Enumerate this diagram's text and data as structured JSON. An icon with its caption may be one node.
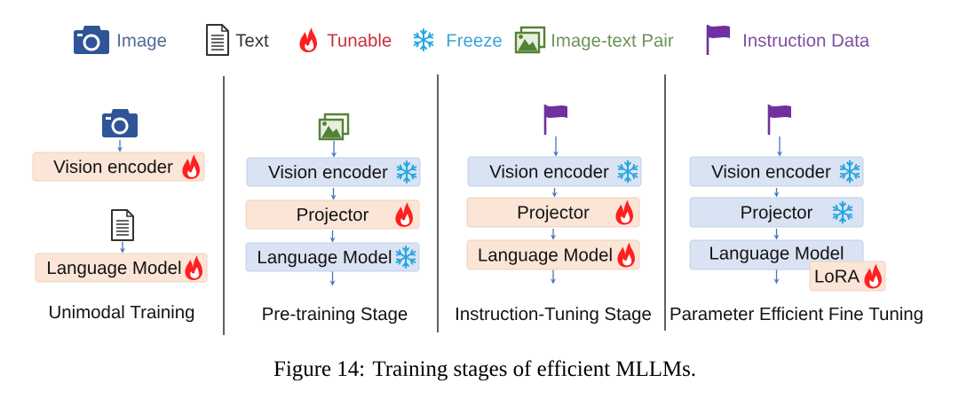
{
  "diagram": {
    "caption": "Figure 14: Training stages of efficient MLLMs.",
    "nodes": [
      {
        "text": [],
        "shape": "picture"
      },
      {
        "text": [
          "Vision encoder"
        ]
      },
      {
        "text": [],
        "shape": "picture"
      },
      {
        "text": [
          "Language Model"
        ]
      },
      {
        "text": [],
        "shape": "picture"
      },
      {
        "text": [
          "Vision encoder"
        ]
      },
      {
        "text": [
          "Projector"
        ]
      },
      {
        "text": [
          "Language Model"
        ]
      },
      {
        "text": [],
        "shape": "picture"
      },
      {
        "text": [
          "Vision encoder"
        ]
      },
      {
        "text": [
          "Projector"
        ]
      },
      {
        "text": [
          "Language Model"
        ]
      },
      {
        "text": [],
        "shape": "picture"
      },
      {
        "text": [
          "Vision encoder"
        ]
      },
      {
        "text": [
          "Projector"
        ]
      },
      {
        "text": [
          "Language Model"
        ]
      },
      {
        "text": [
          "LoRA"
        ]
      }
    ],
    "edges": [
      {
        "from": 0,
        "to": 1,
        "arrow": "to"
      },
      {
        "from": 2,
        "to": 3,
        "arrow": "to"
      },
      {
        "from": 4,
        "to": 5,
        "arrow": "to"
      },
      {
        "from": 5,
        "to": 6,
        "arrow": "to"
      },
      {
        "from": 6,
        "to": 7,
        "arrow": "to"
      },
      {
        "from": 7,
        "to": null,
        "arrow": "to"
      },
      {
        "from": 8,
        "to": 9,
        "arrow": "to"
      },
      {
        "from": 9,
        "to": 10,
        "arrow": "to"
      },
      {
        "from": 10,
        "to": 11,
        "arrow": "to"
      },
      {
        "from": 11,
        "to": null,
        "arrow": "to"
      },
      {
        "from": 12,
        "to": 13,
        "arrow": "to"
      },
      {
        "from": 13,
        "to": 14,
        "arrow": "to"
      },
      {
        "from": 14,
        "to": 15,
        "arrow": "to"
      },
      {
        "from": 15,
        "to": null,
        "arrow": "to"
      }
    ],
    "labels": [
      "Unimodal Training",
      "Pre-training Stage",
      "Instruction-Tuning Stage",
      "Parameter Efficient Fine Tuning"
    ],
    "legend": [
      {
        "text": "Image"
      },
      {
        "text": "Text"
      },
      {
        "text": "Tunable"
      },
      {
        "text": "Freeze"
      },
      {
        "text": "Image-text Pair"
      },
      {
        "text": "Instruction Data"
      }
    ]
  }
}
